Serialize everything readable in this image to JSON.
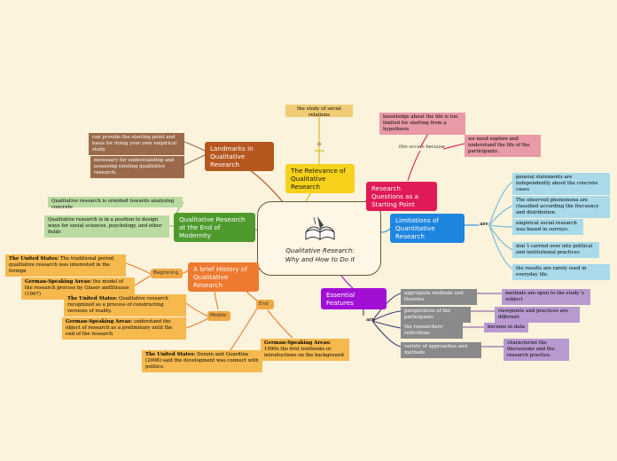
{
  "center": {
    "title_line1": "Qualitative Research:",
    "title_line2": "Why and How to Do it"
  },
  "relevance": {
    "title": "The Relevance of Qualitative Research",
    "connector": "is",
    "note": "the study of social relations"
  },
  "landmarks": {
    "title": "Landmarks in Qualitative Research",
    "notes": [
      "can provide the starting point and basis for doing your own empirical study",
      "necessary for understanding and assessing existing qualitative research."
    ]
  },
  "end_of_modernity": {
    "title": "Qualitative Research at the End of Modernity",
    "notes": [
      "Qualitative research is oriented towards analyzing concrete",
      "Qualitative research is in a position to design ways for social sciences, psychology, and other fields"
    ]
  },
  "history": {
    "title": "A brief History of Qualitative Research",
    "phases": [
      {
        "label": "Beginning",
        "notes": [
          {
            "bold": "The United States:",
            "text": " The traditional period, qualitative research was interested in the foreign"
          },
          {
            "bold": "German-Speaking Areas:",
            "text": " the model of the research process by Glaser andStrauss (1967)"
          }
        ]
      },
      {
        "label": "Middle",
        "notes": [
          {
            "bold": "The United States:",
            "text": " Qualitative research recognized as a process of constructing versions of reality."
          },
          {
            "bold": "German-Speaking Areas:",
            "text": " understand the object of research as a preliminary until the end of the research"
          }
        ]
      },
      {
        "label": "End",
        "notes": [
          {
            "bold": "German-Speaking Areas:",
            "text": " 1990s the first textbooks or introductions on the background"
          },
          {
            "bold": "The United States:",
            "text": " Denzin and Guardina (2006) said the development was connect with politics."
          }
        ]
      }
    ]
  },
  "research_questions": {
    "title": "Research Questions as a Starting Point",
    "connector": "this occurs because",
    "notes": [
      "knowledge about the life is too limited for starting from a hypothesis",
      "we need explore and understand the life of the participants."
    ]
  },
  "limitations": {
    "title": "Limitations of Quantitative Research",
    "connector": "are",
    "notes": [
      "general statements are independently about the concrete cases",
      "The observed phenomena are classified according the frecuency and distribution.",
      "empirical social research was based in surveys.",
      "don´t carried over into political and institutional practices",
      "the results are rarely used in everyday life."
    ]
  },
  "essential_features": {
    "title": "Essential Features",
    "connector": "are",
    "items": [
      {
        "label": "appropiate methods and theories",
        "detail": "methods are open to the study´s subject"
      },
      {
        "label": "perspectives of the participants",
        "detail": "viewpoints and practices are different"
      },
      {
        "label": "the researchers' reflections",
        "detail": "become in data"
      },
      {
        "label": "variety of approaches and methods",
        "detail": "characterize the discussions and the research practice."
      }
    ]
  },
  "colors": {
    "relevance": "#f7d21c",
    "landmarks": "#b5571f",
    "modernity": "#4e9a2c",
    "history": "#ee7a30",
    "research_q": "#e01a56",
    "limitations": "#1f86e0",
    "features": "#a20fd4"
  }
}
